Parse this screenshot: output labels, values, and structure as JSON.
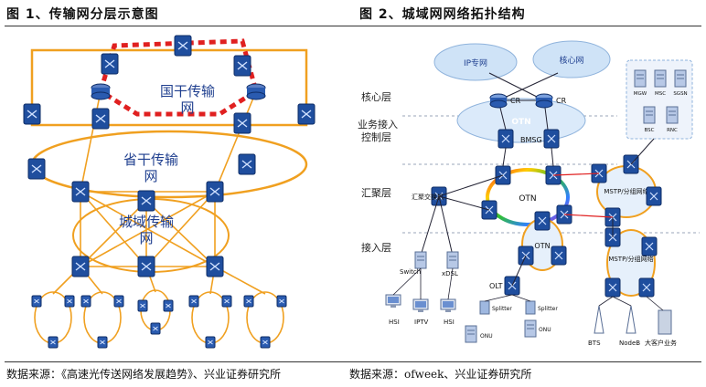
{
  "fig1": {
    "title": "图 1、传输网分层示意图",
    "layer_national": "国干传输网",
    "layer_provincial": "省干传输网",
    "layer_metro": "城域传输网",
    "source": "数据来源：《高速光传送网络发展趋势》、兴业证券研究所"
  },
  "fig2": {
    "title": "图 2、城域网网络拓扑结构",
    "layers": [
      "核心层",
      "业务接入控制层",
      "汇聚层",
      "接入层"
    ],
    "cloud_ip": "IP专网",
    "cloud_core": "核心网",
    "router_label": "CR",
    "otn_label": "OTN",
    "bmsg_label": "BMSG",
    "aggr_switch": "汇聚交换机",
    "mstp_aggr": "MSTP/分组网络",
    "mstp_access": "MSTP/分组网络",
    "otn_access": "OTN",
    "olt_label": "OLT",
    "switch_label": "Switch",
    "xdsl_label": "xDSL",
    "splitter_label": "Splitter",
    "onu_label": "ONU",
    "legend_items": [
      "MGW",
      "MSC",
      "SGSN",
      "BSC",
      "RNC"
    ],
    "endpoints": [
      "HSI",
      "IPTV",
      "HSI",
      "BTS",
      "NodeB",
      "大客户业务"
    ],
    "source": "数据来源：ofweek、兴业证券研究所"
  },
  "colors": {
    "node": "#1f4e9e",
    "ring_orange": "#f0a020",
    "red_dash": "#e02020",
    "label_blue": "#1f3f8f"
  }
}
